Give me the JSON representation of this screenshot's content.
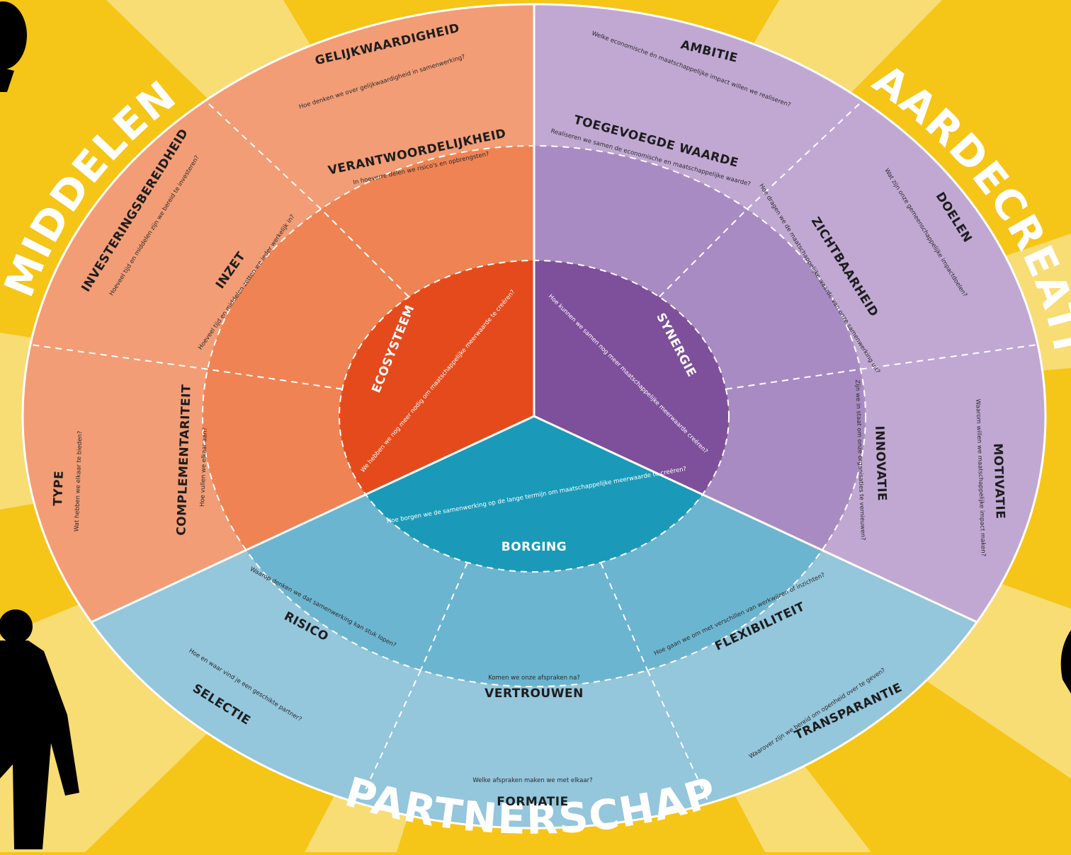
{
  "colors": {
    "background": "#f5c518",
    "ray_light": "#f8dc74",
    "orange_outer": "#f29d76",
    "orange_middle": "#ef8354",
    "orange_center": "#e54a1c",
    "purple_outer": "#c1a8d3",
    "purple_middle": "#a98bc4",
    "purple_center": "#7e4f9b",
    "blue_outer": "#94c6dc",
    "blue_middle": "#6cb5d0",
    "blue_center": "#1a9ab8"
  },
  "themes": {
    "middelen": "MIDDELEN",
    "waardecreatie": "WAARDECREATIE",
    "partnerschap": "PARTNERSCHAP"
  },
  "center": {
    "ecosysteem": {
      "title": "ECOSYSTEEM",
      "question": "We hebben we nog meer nodig om maatschappelijke meerwaarde te creëren?"
    },
    "synergie": {
      "title": "SYNERGIE",
      "question": "Hoe kunnen we samen nog meer maatschappelijke meerwaarde creëren?"
    },
    "borging": {
      "title": "BORGING",
      "question": "Hoe borgen we de samenwerking op de lange termijn om maatschappelijke meerwaarde te creëren?"
    }
  },
  "middle": {
    "verantwoordelijkheid": {
      "title": "VERANTWOORDELIJKHEID",
      "question": "In hoeverre delen we risico's en opbrengsten?"
    },
    "inzet": {
      "title": "INZET",
      "question": "Hoeveel tijd en middelen zetten we ieder werkelijk in?"
    },
    "complementariteit": {
      "title": "COMPLEMENTARITEIT",
      "question": "Hoe vullen we elkaar aan?"
    },
    "toegevoegde_waarde": {
      "title": "TOEGEVOEGDE WAARDE",
      "question": "Realiseren we samen de economische en maatschappelijke waarde?"
    },
    "zichtbaarheid": {
      "title": "ZICHTBAARHEID",
      "question": "Hoe dragen we de maatschappelijke waarde van onze samenwerking uit?"
    },
    "innovatie": {
      "title": "INNOVATIE",
      "question": "Zijn we in staat om onze organisaties te vernieuwen?"
    },
    "risico": {
      "title": "RISICO",
      "question": "Waarop denken we dat samenwerking kan stuk lopen?"
    },
    "vertrouwen": {
      "title": "VERTROUWEN",
      "question": "Komen we onze afspraken na?"
    },
    "flexibiliteit": {
      "title": "FLEXIBILITEIT",
      "question": "Hoe gaan we om met verschillen van werkwijzen of inzichten?"
    }
  },
  "outer": {
    "gelijkwaardigheid": {
      "title": "GELIJKWAARDIGHEID",
      "question": "Hoe denken we over gelijkwaardigheid in samenwerking?"
    },
    "investeringsbereidheid": {
      "title": "INVESTERINGSBEREIDHEID",
      "question": "Hoeveel tijd en middelen zijn we bereid te investeren?"
    },
    "type": {
      "title": "TYPE",
      "question": "Wat hebben we elkaar te bieden?"
    },
    "ambitie": {
      "title": "AMBITIE",
      "question": "Welke economische én maatschappelijke impact willen we realiseren?"
    },
    "doelen": {
      "title": "DOELEN",
      "question": "Wat zijn onze gemeenschappelijke impactdoelen?"
    },
    "motivatie": {
      "title": "MOTIVATIE",
      "question": "Waarom willen we maatschappelijke impact maken?"
    },
    "selectie": {
      "title": "SELECTIE",
      "question": "Hoe en waar vind je een geschikte partner?"
    },
    "formatie": {
      "title": "FORMATIE",
      "question": "Welke afspraken maken we met elkaar?"
    },
    "transparantie": {
      "title": "TRANSPARANTIE",
      "question": "Waarover zijn we bereid om openheid over te geven?"
    }
  },
  "icons": [
    "person-silhouette-icon",
    "person-silhouette-icon"
  ]
}
